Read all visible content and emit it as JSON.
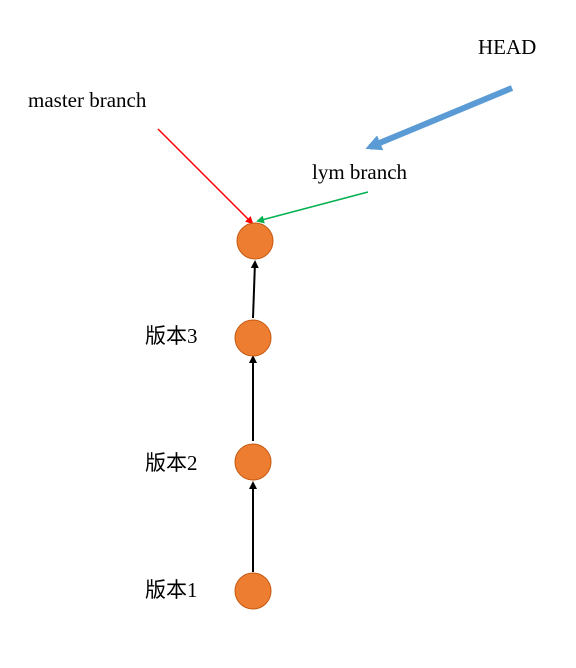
{
  "labels": {
    "head": "HEAD",
    "master_branch": "master branch",
    "lym_branch": "lym branch",
    "version3": "版本3",
    "version2": "版本2",
    "version1": "版本1"
  },
  "colors": {
    "node_fill": "#ED7D31",
    "node_stroke": "#C55A11",
    "commit_arrow": "#000000",
    "head_arrow": "#5B9BD5",
    "master_arrow": "#FF0000",
    "lym_arrow": "#00B050"
  }
}
